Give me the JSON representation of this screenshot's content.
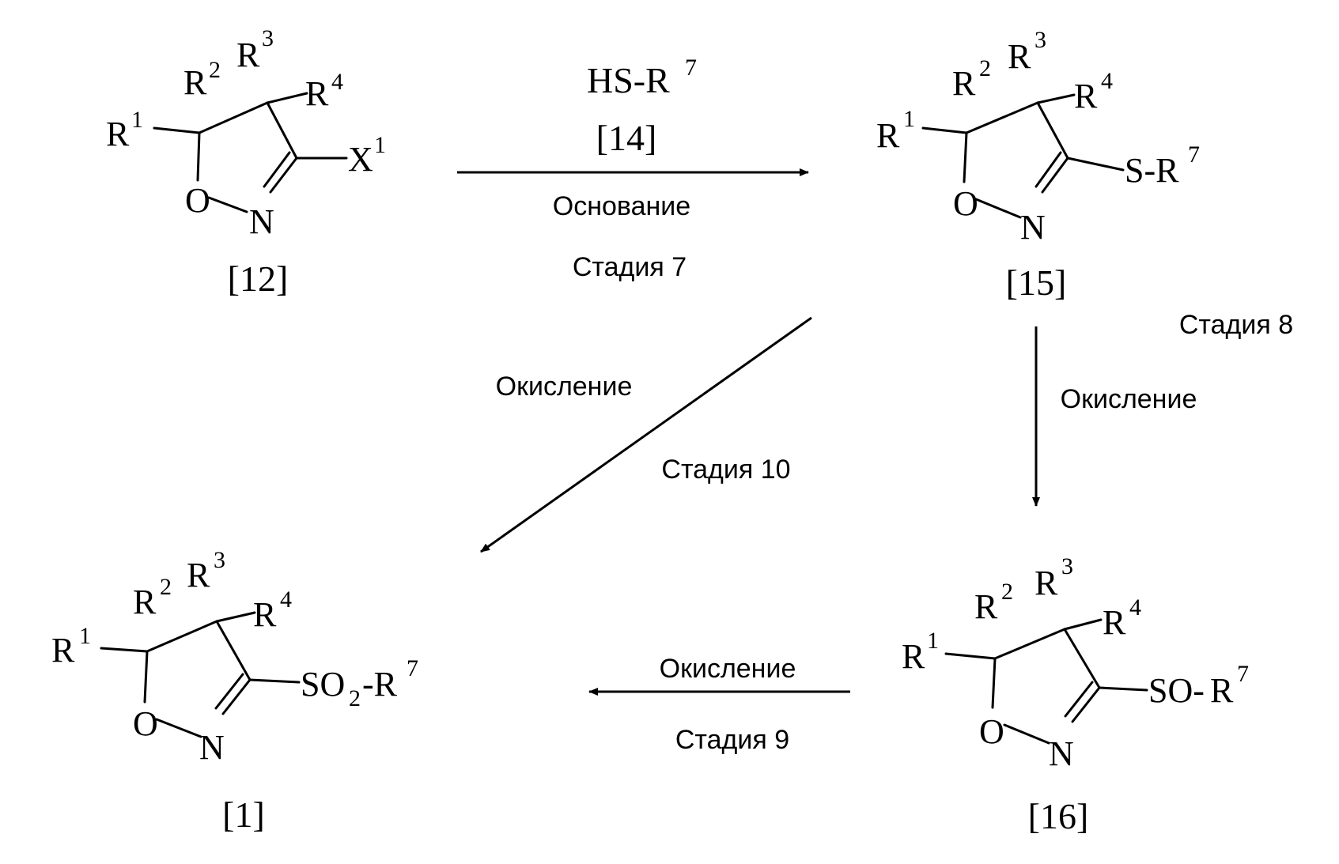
{
  "atoms": {
    "R": "R",
    "O": "O",
    "N": "N",
    "X": "X",
    "S": "S-R",
    "SO": "SO-",
    "SO2": "SO",
    "SO2_tail": "-R",
    "n1": "1",
    "n2": "2",
    "n3": "3",
    "n4": "4",
    "n7": "7",
    "two": "2"
  },
  "compounds": {
    "c12": "[12]",
    "c15": "[15]",
    "c16": "[16]",
    "c1": "[1]"
  },
  "reagent": {
    "formula": "HS-R",
    "formula_sup": "7",
    "ref": "[14]"
  },
  "conditions": {
    "base": "Основание",
    "stage7": "Стадия 7",
    "stage8": "Стадия 8",
    "oxidation_8": "Окисление",
    "oxidation_10": "Окисление",
    "stage10": "Стадия 10",
    "oxidation_9": "Окисление",
    "stage9": "Стадия 9"
  }
}
